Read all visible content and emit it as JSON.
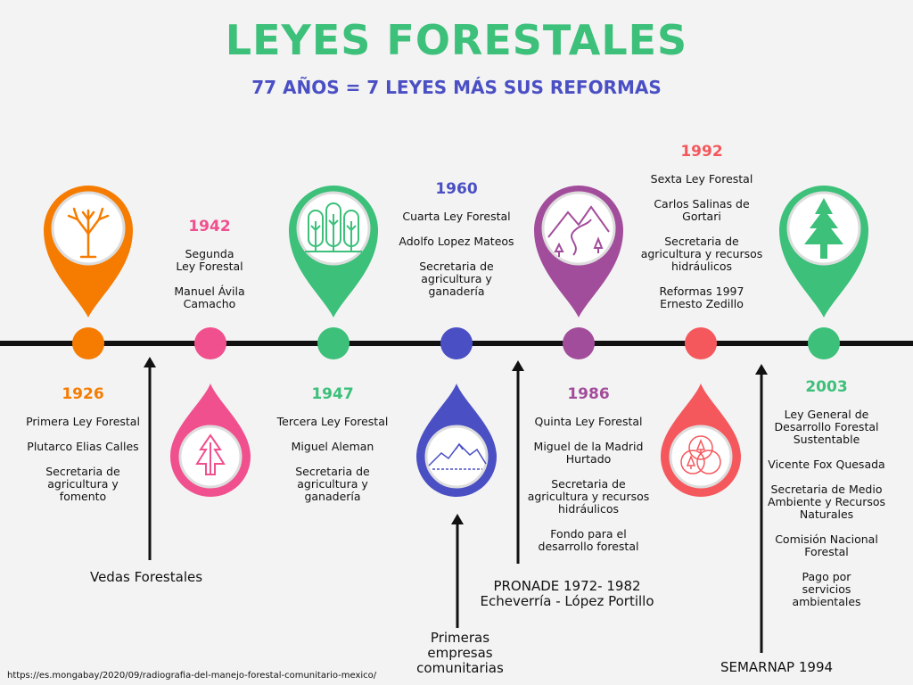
{
  "header": {
    "title": "LEYES FORESTALES",
    "subtitle": "77 AÑOS = 7 LEYES MÁS SUS REFORMAS"
  },
  "colors": {
    "orange": "#f57c00",
    "pink": "#f0508e",
    "green": "#3cc07a",
    "blue": "#4a4fc4",
    "purple": "#a24d9b",
    "red": "#f4585d"
  },
  "events": [
    {
      "year": "1926",
      "lines": [
        "Primera Ley Forestal",
        "Plutarco Elias Calles",
        "Secretaria de agricultura y fomento"
      ],
      "icon": "bare-tree-icon"
    },
    {
      "year": "1942",
      "lines": [
        "Segunda Ley Forestal",
        "Manuel Ávila Camacho"
      ],
      "icon": "pine-tree-icon"
    },
    {
      "year": "1947",
      "lines": [
        "Tercera Ley Forestal",
        "Miguel Aleman",
        "Secretaria de agricultura y ganadería"
      ],
      "icon": "forest-icon"
    },
    {
      "year": "1960",
      "lines": [
        "Cuarta Ley Forestal",
        "Adolfo Lopez Mateos",
        "Secretaria de agricultura y ganadería"
      ],
      "icon": "mountains-icon"
    },
    {
      "year": "1986",
      "lines": [
        "Quinta Ley Forestal",
        "Miguel de la Madrid Hurtado",
        "Secretaria de agricultura y recursos hidráulicos",
        "Fondo para el desarrollo forestal"
      ],
      "icon": "mountain-road-icon"
    },
    {
      "year": "1992",
      "lines": [
        "Sexta Ley Forestal",
        "Carlos Salinas de Gortari",
        "Secretaria de agricultura y recursos hidráulicos",
        "Reformas 1997 Ernesto Zedillo"
      ],
      "icon": "venn-forest-icon"
    },
    {
      "year": "2003",
      "lines": [
        "Ley General de Desarrollo Forestal Sustentable",
        "Vicente Fox Quesada",
        "Secretaria de Medio Ambiente y Recursos Naturales",
        "Comisión Nacional Forestal",
        "Pago por servicios ambientales"
      ],
      "icon": "fir-tree-icon"
    }
  ],
  "milestones": [
    {
      "label": "Vedas Forestales"
    },
    {
      "label": "Primeras empresas comunitarias"
    },
    {
      "label": "PRONADE  1972- 1982 Echeverría - López Portillo"
    },
    {
      "label": "SEMARNAP 1994"
    }
  ],
  "source": "https://es.mongabay/2020/09/radiografia-del-manejo-forestal-comunitario-mexico/"
}
